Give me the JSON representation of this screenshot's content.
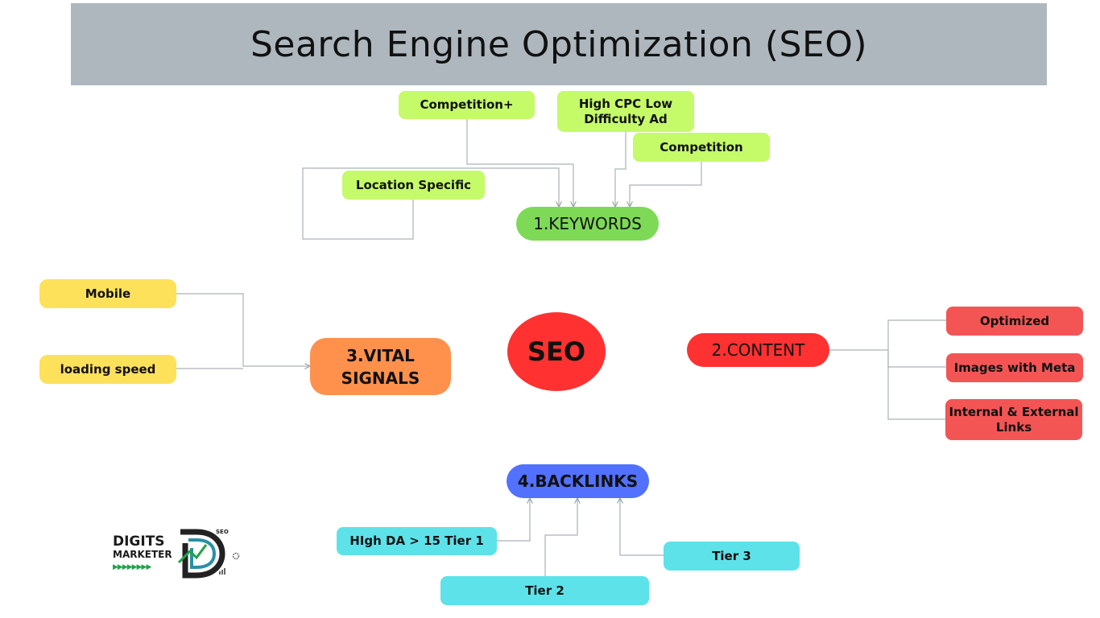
{
  "title": "Search Engine Optimization (SEO)",
  "center": "SEO",
  "keywords": {
    "label": "1.KEYWORDS",
    "children": [
      "Competition+",
      "High CPC Low Difficulty Ad",
      "Competition",
      "Location Specific"
    ]
  },
  "content": {
    "label": "2.CONTENT",
    "children": [
      "Optimized",
      "Images with Meta",
      "Internal & External Links"
    ]
  },
  "vital": {
    "label": "3.VITAL SIGNALS",
    "children": [
      "Mobile",
      "loading speed"
    ]
  },
  "backlinks": {
    "label": "4.BACKLINKS",
    "children": [
      "HIgh DA > 15 Tier 1",
      "Tier 2",
      "Tier 3"
    ]
  },
  "logo": {
    "line1": "DIGITS",
    "line2": "MARKETER",
    "badge": "SEO",
    "arrows": "▶▶▶▶▶▶▶▶",
    "mark": "D"
  },
  "colors": {
    "title_bar": "#aeb7bd",
    "keywords": "#7ed957",
    "keyword_children": "#c5fa68",
    "content": "#ff3131",
    "content_children": "#f35555",
    "vital": "#ff914d",
    "vital_children": "#fde15a",
    "backlinks": "#5271ff",
    "backlink_children": "#5ee2e9",
    "center": "#ff3131"
  }
}
